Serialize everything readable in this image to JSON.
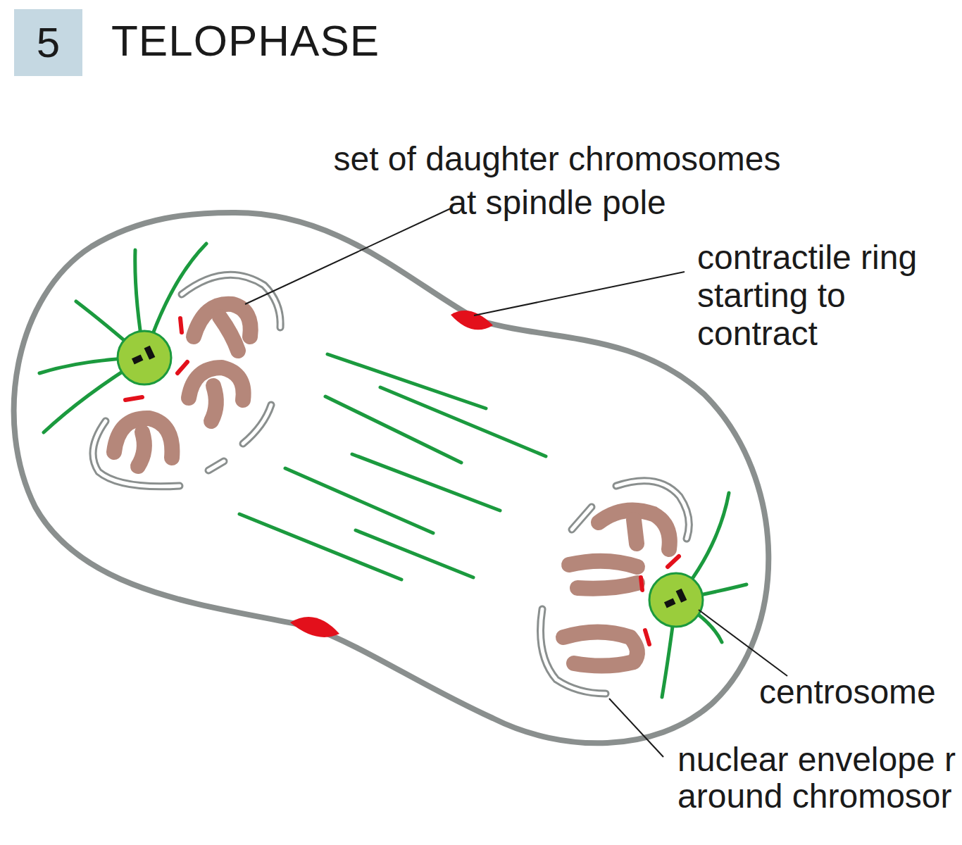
{
  "diagram": {
    "title": "TELOPHASE",
    "nodes": [
      {
        "text": [
          "5"
        ]
      }
    ],
    "labels": [
      "set of daughter chromosomes at spindle pole",
      "contractile ring starting to contract",
      "centrosome",
      "nuclear envelope r around chromosor"
    ]
  }
}
